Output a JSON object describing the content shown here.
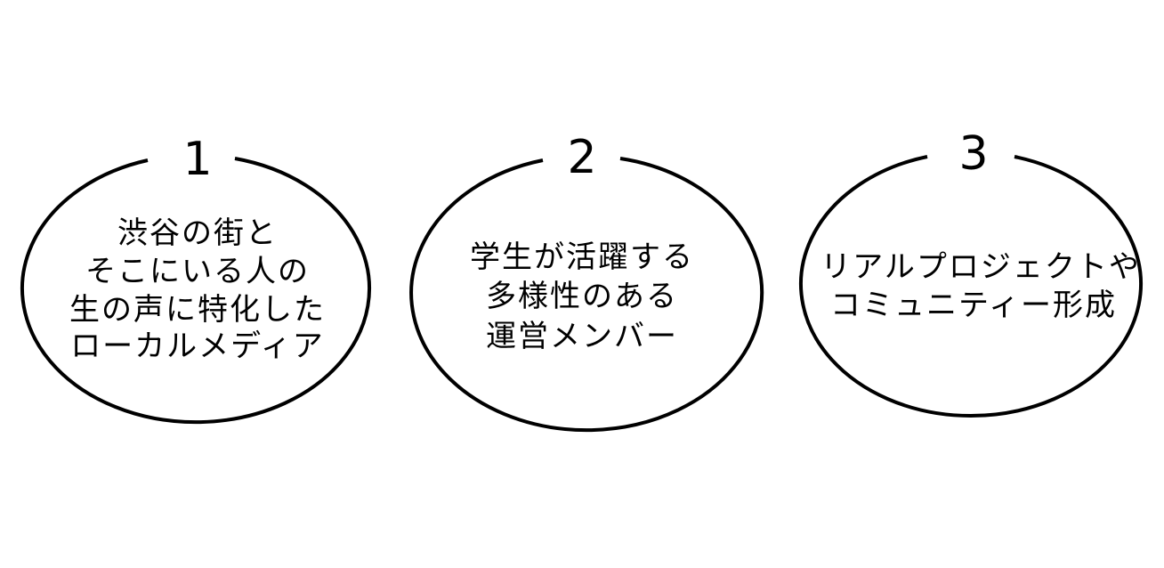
{
  "items": [
    {
      "number": "1",
      "lines": [
        "渋谷の街と",
        "そこにいる人の",
        "生の声に特化した",
        "ローカルメディア"
      ]
    },
    {
      "number": "2",
      "lines": [
        "学生が活躍する",
        "多様性のある",
        "運営メンバー"
      ]
    },
    {
      "number": "3",
      "lines": [
        "リアルプロジェクトや",
        "コミュニティー形成"
      ]
    }
  ]
}
